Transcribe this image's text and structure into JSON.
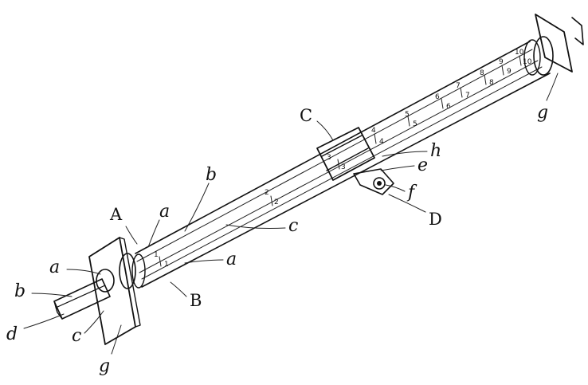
{
  "labels": {
    "A": "A",
    "B": "B",
    "C": "C",
    "D": "D",
    "a_top": "a",
    "a_left": "a",
    "a_right": "a",
    "b_top": "b",
    "b_left": "b",
    "c_main": "c",
    "c_left": "c",
    "d": "d",
    "e": "e",
    "f": "f",
    "g_left": "g",
    "g_right": "g",
    "h": "h"
  },
  "scale_marks": [
    "1",
    "2",
    "3",
    "4",
    "5",
    "6",
    "7",
    "8",
    "9",
    "10"
  ],
  "scale_marks_lower": [
    "1",
    "2",
    "3",
    "4",
    "5",
    "6",
    "7",
    "8",
    "9",
    "10"
  ]
}
